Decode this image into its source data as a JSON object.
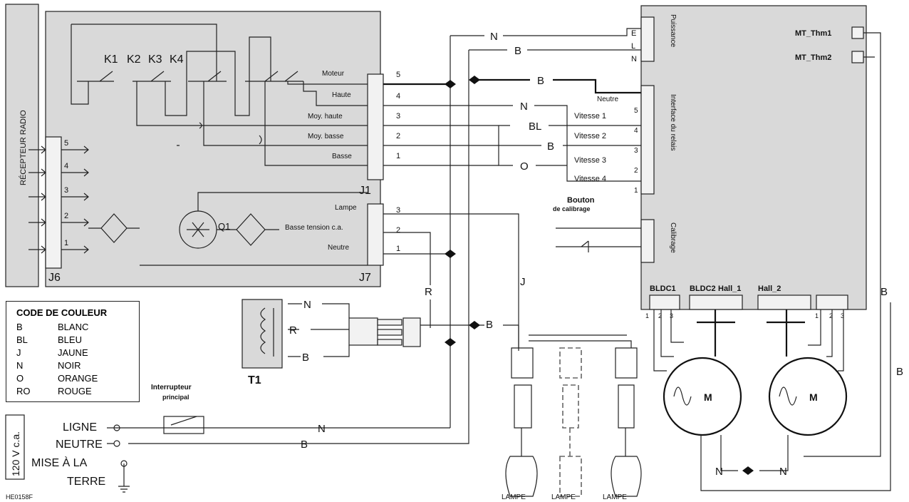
{
  "modules": {
    "receiver": "RÉCEPTEUR RADIO",
    "j6": "J6",
    "j1": "J1",
    "j7": "J7",
    "q1": "Q1",
    "t1": "T1",
    "relays": [
      "K1",
      "K2",
      "K3",
      "K4"
    ]
  },
  "j6_pins": [
    "5",
    "4",
    "3",
    "2",
    "1"
  ],
  "j1_labels": [
    "Moteur",
    "Haute",
    "Moy. haute",
    "Moy. basse",
    "Basse"
  ],
  "j1_pins": [
    "5",
    "4",
    "3",
    "2",
    "1"
  ],
  "j7_labels": [
    "Lampe",
    "Basse tension c.a.",
    "Neutre"
  ],
  "j7_pins": [
    "3",
    "2",
    "1"
  ],
  "controller": {
    "power": "Puissance",
    "power_pins": [
      "E",
      "L",
      "N"
    ],
    "relay_interface": "Interface du relais",
    "relay_pins": [
      "5",
      "4",
      "3",
      "2",
      "1"
    ],
    "speeds": [
      "Vitesse 1",
      "Vitesse 2",
      "Vitesse 3",
      "Vitesse 4"
    ],
    "neutral": "Neutre",
    "calibration": "Calibrage",
    "calibration_button": "Bouton",
    "calibration_button_2": "de calibrage",
    "mt_thm1": "MT_Thm1",
    "mt_thm2": "MT_Thm2",
    "bldc1": "BLDC1",
    "bldc2": "BLDC2",
    "hall1": "Hall_1",
    "hall2": "Hall_2",
    "pins_123": [
      "1",
      "2",
      "3"
    ]
  },
  "wire_labels": {
    "n": "N",
    "b": "B",
    "bl": "BL",
    "o": "O",
    "r": "R",
    "j": "J"
  },
  "motor_label": "M",
  "lamps": [
    "LAMPE",
    "LAMPE",
    "LAMPE"
  ],
  "switch": {
    "line1": "Interrupteur",
    "line2": "principal"
  },
  "supply": {
    "voltage": "120 V c.a.",
    "line": "LIGNE",
    "neutral": "NEUTRE",
    "ground1": "MISE À LA",
    "ground2": "TERRE"
  },
  "legend": {
    "title": "CODE DE COULEUR",
    "rows": [
      {
        "code": "B",
        "name": "BLANC"
      },
      {
        "code": "BL",
        "name": "BLEU"
      },
      {
        "code": "J",
        "name": "JAUNE"
      },
      {
        "code": "N",
        "name": "NOIR"
      },
      {
        "code": "O",
        "name": "ORANGE"
      },
      {
        "code": "RO",
        "name": "ROUGE"
      }
    ]
  },
  "doc_id": "HE0158F"
}
